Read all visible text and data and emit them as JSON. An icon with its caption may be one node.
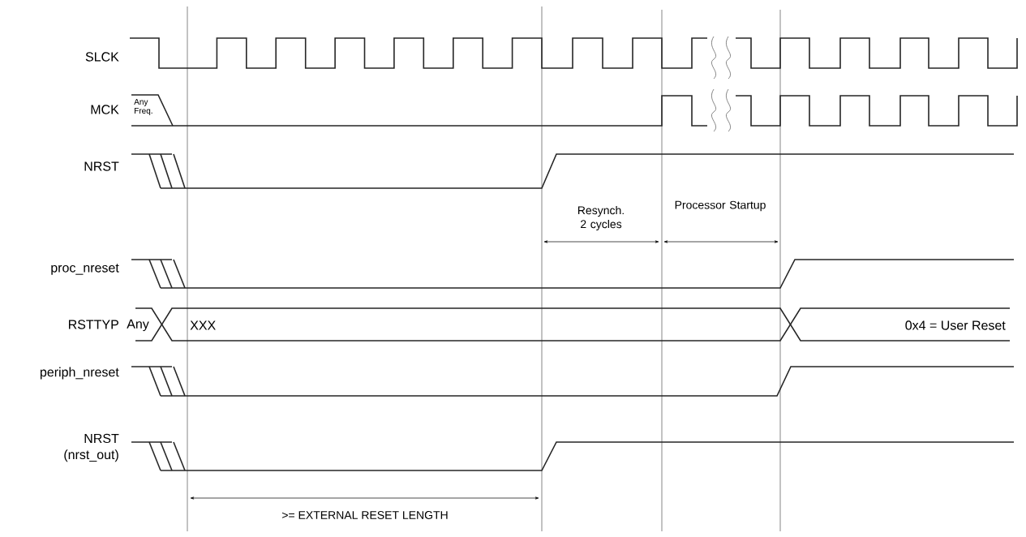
{
  "diagram": {
    "labels": [
      "SLCK",
      "MCK",
      "Any Freq.",
      "NRST",
      "Resynch. 2 cycles",
      "Processor Startup",
      "proc_nreset",
      "RSTTYP",
      "Any",
      "XXX",
      "0x4 = User Reset",
      "periph_nreset",
      "NRST (nrst_out)",
      ">= EXTERNAL RESET LENGTH"
    ]
  }
}
